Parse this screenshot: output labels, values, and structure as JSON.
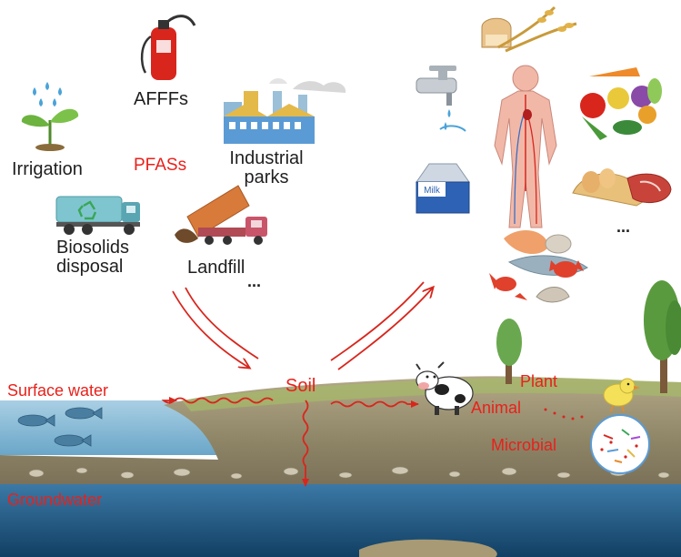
{
  "sources": {
    "irrigation": "Irrigation",
    "afff": "AFFFs",
    "pfas": "PFASs",
    "industrial_line1": "Industrial",
    "industrial_line2": "parks",
    "biosolids_line1": "Biosolids",
    "biosolids_line2": "disposal",
    "landfill": "Landfill",
    "more": "..."
  },
  "environment": {
    "soil": "Soil",
    "surface_water": "Surface water",
    "groundwater": "Groundwater",
    "plant": "Plant",
    "animal": "Animal",
    "microbial": "Microbial"
  },
  "exposure": {
    "milk_label": "Milk",
    "more": "..."
  },
  "colors": {
    "label_red": "#e8211b",
    "label_dark": "#1f1f1f",
    "arrow_red": "#d8261d",
    "water": "#7fb4d4",
    "groundwater": "#1d5b86",
    "soil": "#9a8f70",
    "grass": "#8fae5a"
  },
  "icons": [
    "rain-drops-icon",
    "sprout-icon",
    "fire-extinguisher-icon",
    "factory-icon",
    "tanker-truck-icon",
    "recycle-icon",
    "dump-truck-icon",
    "faucet-icon",
    "milk-carton-icon",
    "human-body-icon",
    "bread-wheat-icon",
    "vegetables-icon",
    "meat-eggs-icon",
    "seafood-icon",
    "fish-icon",
    "cow-icon",
    "tree-icon",
    "bird-icon",
    "microbe-icon"
  ]
}
